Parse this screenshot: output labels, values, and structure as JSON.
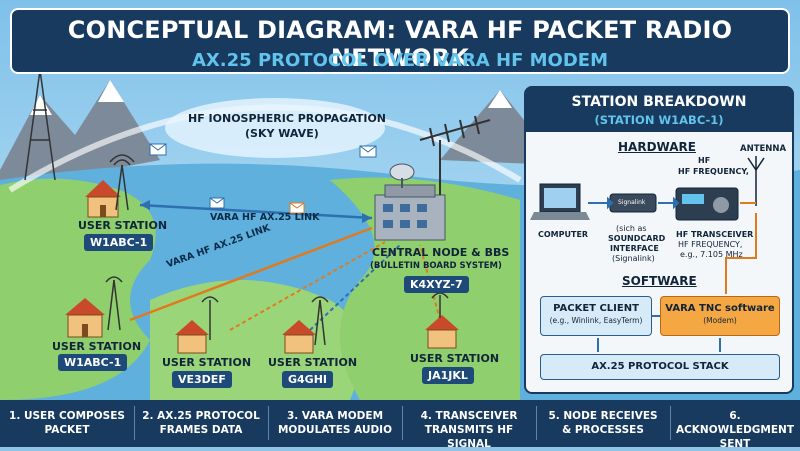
{
  "header": {
    "title": "CONCEPTUAL DIAGRAM: VARA HF PACKET RADIO NETWORK",
    "subtitle": "AX.25 PROTOCOL OVER VARA HF MODEM"
  },
  "diagram": {
    "propagation_title": "HF IONOSPHERIC PROPAGATION",
    "propagation_sub": "(SKY WAVE)",
    "link1": "VARA HF AX.25 LINK",
    "link2": "VARA HF AX.25 LINK",
    "node_title": "CENTRAL NODE & BBS",
    "node_sub": "(BULLETIN BOARD SYSTEM)",
    "node_call": "K4XYZ-7",
    "stations": [
      {
        "label": "USER STATION",
        "call": "W1ABC-1"
      },
      {
        "label": "USER STATION",
        "call": "W1ABC-1"
      },
      {
        "label": "USER STATION",
        "call": "VE3DEF"
      },
      {
        "label": "USER STATION",
        "call": "G4GHI"
      },
      {
        "label": "USER STATION",
        "call": "JA1JKL"
      }
    ]
  },
  "panel": {
    "title": "STATION BREAKDOWN",
    "subtitle": "(STATION W1ABC-1)",
    "hardware": "HARDWARE",
    "software": "SOFTWARE",
    "antenna": "ANTENNA",
    "hf_freq_top": "HF FREQUENCY,",
    "hf_freq_hf": "HF",
    "computer": "COMPUTER",
    "signalink": "Signalink",
    "sc_1": "(sich as",
    "sc_2": "SOUNDCARD",
    "sc_3": "INTERFACE",
    "sc_4": "(Signalink)",
    "tx_1": "HF TRANSCEIVER",
    "tx_2": "HF FREQUENCY,",
    "tx_3": "e.g., 7.105 MHz",
    "client_title": "PACKET CLIENT",
    "client_sub": "(e.g., Winlink, EasyTerm)",
    "tnc_title": "VARA TNC software",
    "tnc_sub": "(Modem)",
    "stack": "AX.25 PROTOCOL STACK"
  },
  "steps": [
    {
      "l1": "1. USER COMPOSES",
      "l2": "PACKET"
    },
    {
      "l1": "2. AX.25 PROTOCOL",
      "l2": "FRAMES DATA"
    },
    {
      "l1": "3. VARA MODEM",
      "l2": "MODULATES AUDIO"
    },
    {
      "l1": "4. TRANSCEIVER",
      "l2": "TRANSMITS HF SIGNAL"
    },
    {
      "l1": "5. NODE RECEIVES",
      "l2": "& PROCESSES"
    },
    {
      "l1": "6. ACKNOWLEDGMENT",
      "l2": "SENT"
    }
  ],
  "colors": {
    "navy": "#173a5e",
    "accent_cyan": "#62c3ec",
    "link_blue": "#2d6fb0",
    "link_orange": "#e07a1f",
    "land_green": "#8fcf6e",
    "sea_blue": "#5fb0dc"
  }
}
